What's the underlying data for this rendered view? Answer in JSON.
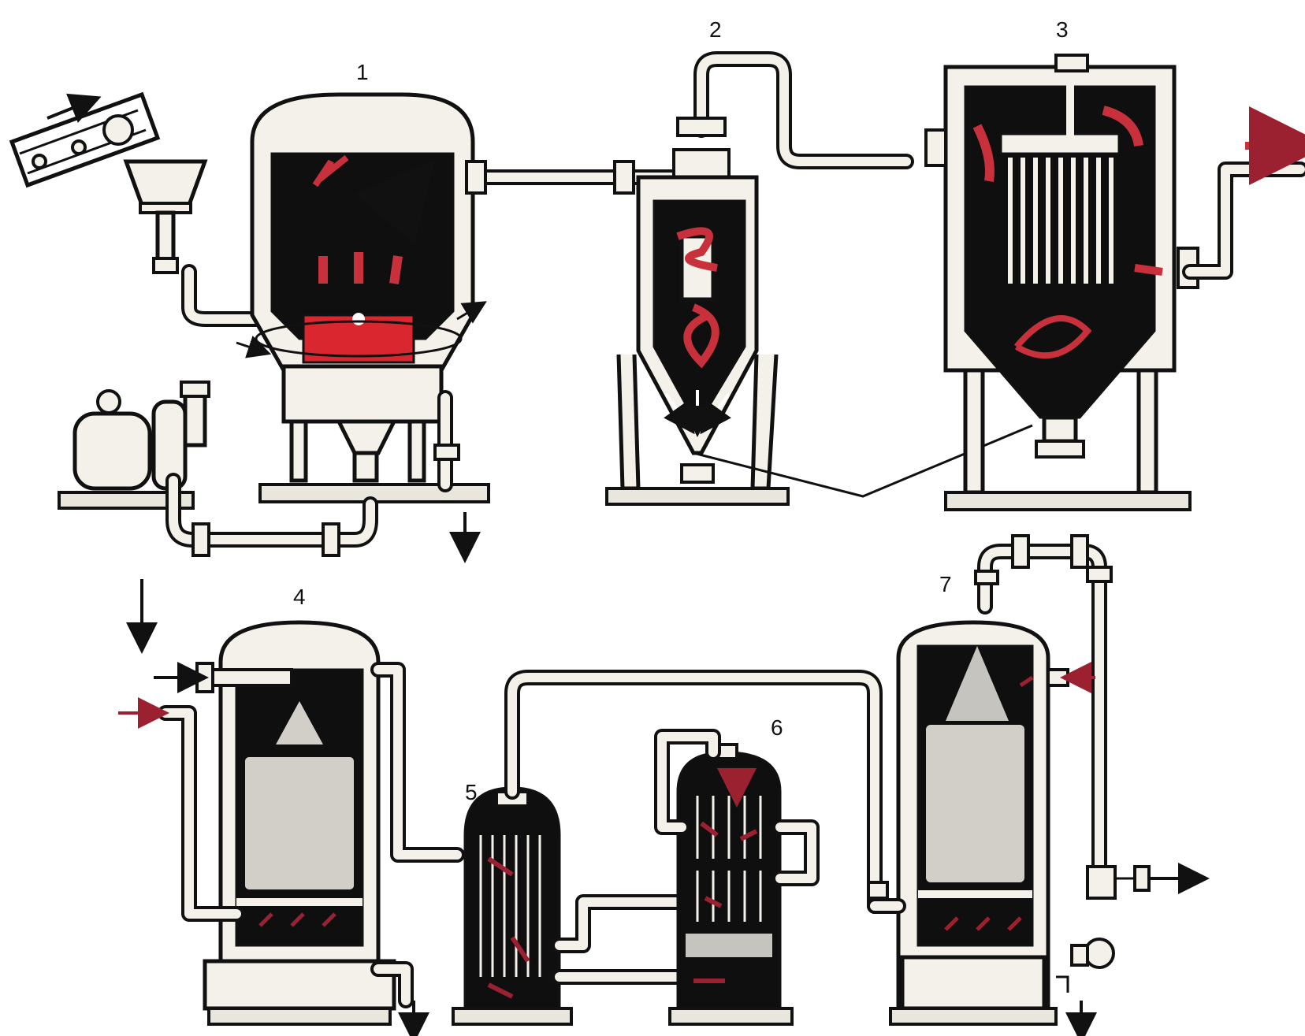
{
  "labels": [
    "1",
    "2",
    "3",
    "4",
    "5",
    "6",
    "7"
  ],
  "colors": {
    "accent_red": "#c8303b",
    "ink": "#111111",
    "paper": "#f4f1ea"
  }
}
